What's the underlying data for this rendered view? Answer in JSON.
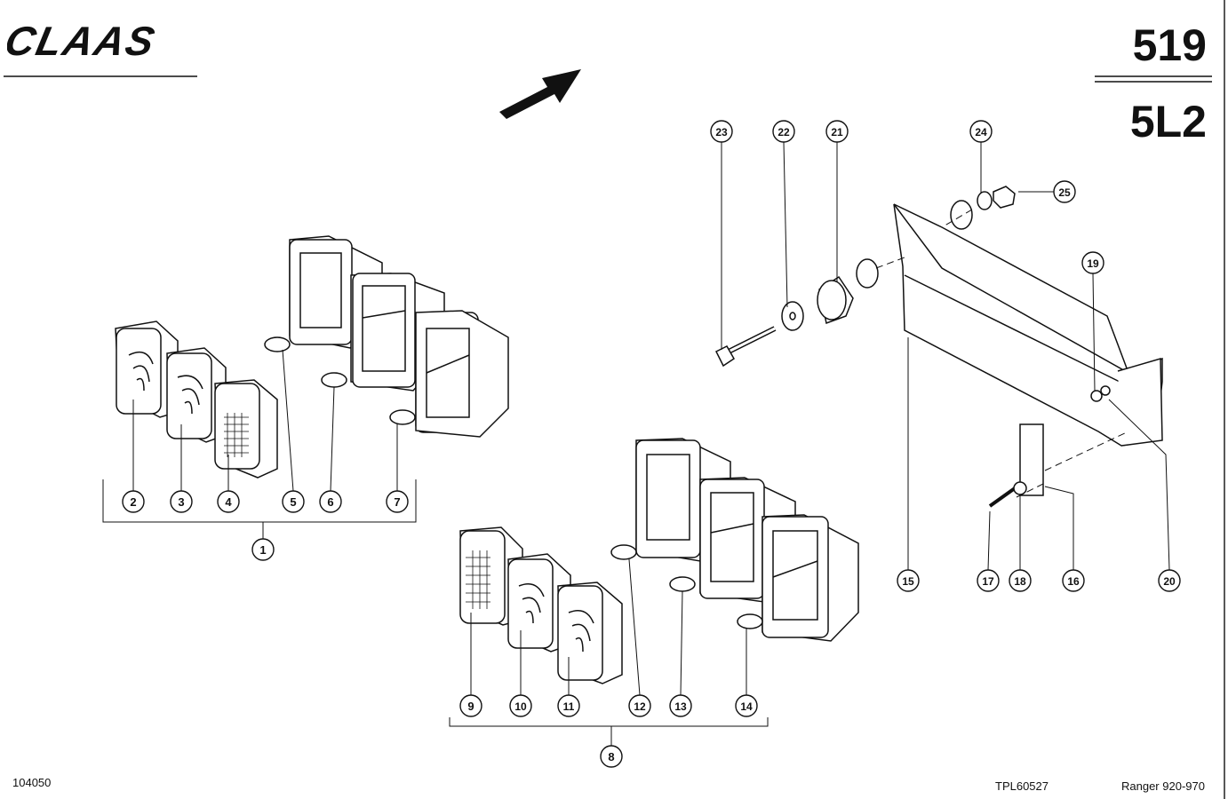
{
  "header": {
    "brand": "CLAAS",
    "page_number": "519",
    "group_code": "5L2"
  },
  "footer": {
    "left_code": "104050",
    "drawing_code": "TPL60527",
    "model": "Ranger 920-970"
  },
  "callouts": [
    "1",
    "2",
    "3",
    "4",
    "5",
    "6",
    "7",
    "8",
    "9",
    "10",
    "11",
    "12",
    "13",
    "14",
    "15",
    "16",
    "17",
    "18",
    "19",
    "20",
    "21",
    "22",
    "23",
    "24",
    "25"
  ],
  "colors": {
    "ink": "#111111",
    "paper": "#ffffff"
  }
}
